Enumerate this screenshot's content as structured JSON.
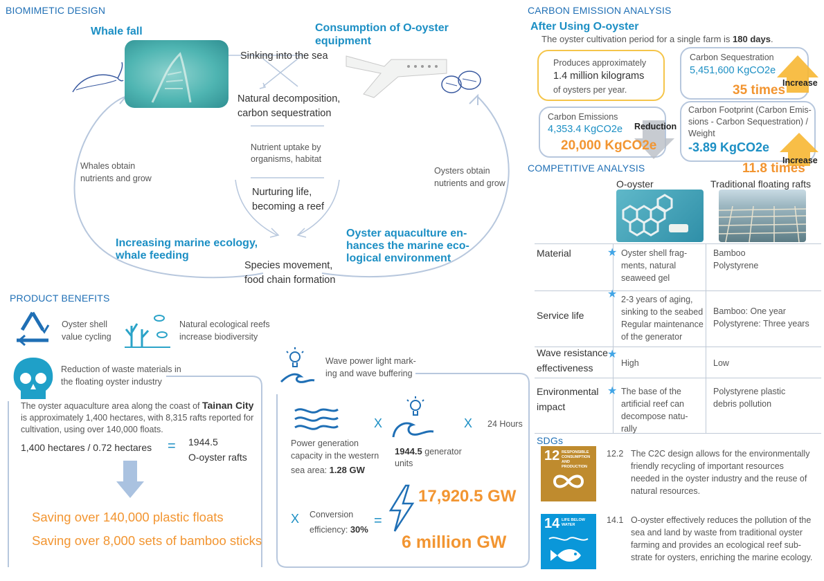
{
  "biomimetic": {
    "title": "BIOMIMETIC DESIGN",
    "whale_fall": "Whale fall",
    "consumption": "Consumption of O-oyster equipment",
    "sinking": "Sinking into the sea",
    "decomposition_1": "Natural decomposition,",
    "decomposition_2": "carbon sequestration",
    "nutrient_1": "Nutrient uptake by",
    "nutrient_2": "organisms, habitat",
    "nurturing_1": "Nurturing life,",
    "nurturing_2": "becoming a reef",
    "whales_obtain_1": "Whales obtain",
    "whales_obtain_2": "nutrients and grow",
    "oysters_obtain_1": "Oysters obtain",
    "oysters_obtain_2": "nutrients and grow",
    "increasing_1": "Increasing marine ecology,",
    "increasing_2": "whale feeding",
    "enhances_1": "Oyster aquaculture en-",
    "enhances_2": "hances the marine eco-",
    "enhances_3": "logical environment",
    "species_1": "Species movement,",
    "species_2": "food chain formation"
  },
  "benefits": {
    "title": "PRODUCT BENEFITS",
    "oyster_shell_1": "Oyster shell",
    "oyster_shell_2": "value cycling",
    "reefs_1": "Natural ecological reefs",
    "reefs_2": "increase biodiversity",
    "waste_1": "Reduction of waste materials in",
    "waste_2": "the floating oyster industry",
    "wave_1": "Wave power light mark-",
    "wave_2": "ing and wave buffering",
    "tainan_a": "The oyster aquaculture area along the coast of ",
    "tainan_city": "Tainan City",
    "tainan_b": "is approximately 1,400 hectares, with 8,315 rafts reported for",
    "tainan_c": "cultivation, using over 140,000 floats.",
    "calc_left": "1,400 hectares / 0.72 hectares",
    "equals": "=",
    "rafts_num": "1944.5",
    "rafts_label": "O-oyster rafts",
    "saving_floats": "Saving over 140,000 plastic floats",
    "saving_bamboo": "Saving over 8,000 sets of bamboo sticks",
    "power_1": "Power generation",
    "power_2": "capacity in the western",
    "power_3a": "sea area: ",
    "power_3b": "1.28 GW",
    "times": "X",
    "gen_a": "1944.5",
    "gen_b": " generator",
    "gen_c": "units",
    "hours": "24 Hours",
    "conv_1": "Conversion",
    "conv_2a": "efficiency: ",
    "conv_2b": "30%",
    "result_gw": "17,920.5 GW",
    "result_million": "6 million GW"
  },
  "carbon": {
    "title": "CARBON EMISSION ANALYSIS",
    "after": "After Using O-oyster",
    "period_a": "The oyster cultivation period for a single farm is ",
    "period_b": "180 days",
    "period_c": ".",
    "produces_1": "Produces approximately",
    "produces_2": "1.4 million kilograms",
    "produces_3": "of oysters per year.",
    "seq_label": "Carbon Sequestration",
    "seq_value": "5,451,600 KgCO2e",
    "seq_times": "35 times",
    "increase": "Increase",
    "emis_label": "Carbon Emissions",
    "emis_value": "4,353.4 KgCO2e",
    "reduction": "Reduction",
    "emis_reduced": "20,000 KgCO2e",
    "foot_1": "Carbon Footprint (Carbon Emis-",
    "foot_2": "sions - Carbon Sequestration) /",
    "foot_3": "Weight",
    "foot_value": "-3.89 KgCO2e",
    "foot_times": "11.8 times"
  },
  "competitive": {
    "title": "COMPETITIVE ANALYSIS",
    "col_a": "O-oyster",
    "col_b": "Traditional floating rafts",
    "rows": [
      {
        "head": [
          "Material"
        ],
        "a": [
          "Oyster shell frag-",
          "ments, natural",
          "seaweed gel"
        ],
        "b": [
          "Bamboo",
          "Polystyrene"
        ]
      },
      {
        "head": [
          "Service life"
        ],
        "a": [
          "2-3 years of aging,",
          "sinking to the seabed",
          "Regular maintenance",
          "of the generator"
        ],
        "b": [
          "Bamboo: One year",
          "Polystyrene: Three years"
        ]
      },
      {
        "head": [
          "Wave resistance",
          "effectiveness"
        ],
        "a": [
          "High"
        ],
        "b": [
          "Low"
        ]
      },
      {
        "head": [
          "Environmental",
          "impact"
        ],
        "a": [
          "The base of the",
          "artificial reef can",
          "decompose natu-",
          "rally"
        ],
        "b": [
          "Polystyrene plastic",
          "debris pollution"
        ]
      }
    ]
  },
  "sdgs": {
    "title": "SDGs",
    "goal12": {
      "num": "12",
      "label": "RESPONSIBLE CONSUMPTION AND PRODUCTION",
      "color": "#bf8b2e",
      "target": "12.2",
      "text": [
        "The C2C design allows for the environmentally",
        "friendly recycling of important resources",
        "needed in the oyster industry and the reuse of",
        "natural resources."
      ]
    },
    "goal14": {
      "num": "14",
      "label": "LIFE BELOW WATER",
      "color": "#0a97d9",
      "target": "14.1",
      "text": [
        "O-oyster effectively reduces the pollution of the",
        "sea and land by waste from traditional oyster",
        "farming and provides an ecological reef sub-",
        "strate for oysters, enriching the marine ecology."
      ]
    }
  },
  "colors": {
    "accent_blue": "#1c8fc4",
    "orange": "#f29531",
    "line_blue": "#b7c7dd"
  }
}
